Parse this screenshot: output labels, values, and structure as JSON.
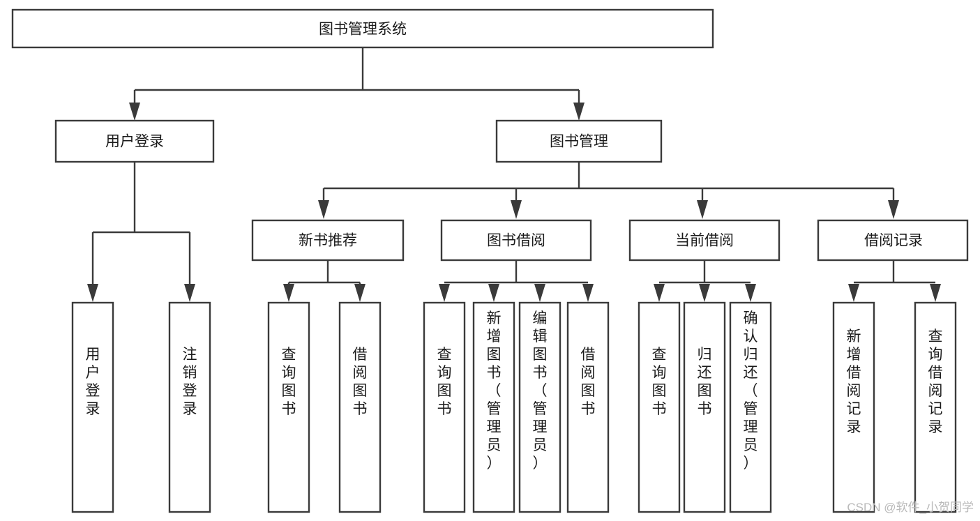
{
  "diagram": {
    "type": "tree-hierarchy",
    "title": "图书管理系统",
    "orientation": "top-down",
    "colors": {
      "stroke": "#3a3a3a",
      "box_fill": "#ffffff",
      "text": "#1a1a1a",
      "background": "#ffffff",
      "watermark": "#b9b9b9"
    },
    "levels": [
      {
        "level": 1,
        "nodes": [
          {
            "id": "root",
            "label": "图书管理系统",
            "text_orientation": "horizontal"
          }
        ]
      },
      {
        "level": 2,
        "nodes": [
          {
            "id": "user-login",
            "label": "用户登录",
            "text_orientation": "horizontal",
            "parent": "root"
          },
          {
            "id": "book-manage",
            "label": "图书管理",
            "text_orientation": "horizontal",
            "parent": "root"
          }
        ]
      },
      {
        "level": 3,
        "nodes": [
          {
            "id": "new-book-recommend",
            "label": "新书推荐",
            "text_orientation": "horizontal",
            "parent": "book-manage"
          },
          {
            "id": "book-borrow",
            "label": "图书借阅",
            "text_orientation": "horizontal",
            "parent": "book-manage"
          },
          {
            "id": "current-borrow",
            "label": "当前借阅",
            "text_orientation": "horizontal",
            "parent": "book-manage"
          },
          {
            "id": "borrow-record",
            "label": "借阅记录",
            "text_orientation": "horizontal",
            "parent": "book-manage"
          }
        ]
      },
      {
        "level": 4,
        "nodes": [
          {
            "id": "leaf-user-login",
            "label": "用户登录",
            "text_orientation": "vertical",
            "parent": "user-login"
          },
          {
            "id": "leaf-user-logout",
            "label": "注销登录",
            "text_orientation": "vertical",
            "parent": "user-login"
          },
          {
            "id": "leaf-query-book-1",
            "label": "查询图书",
            "text_orientation": "vertical",
            "parent": "new-book-recommend"
          },
          {
            "id": "leaf-borrow-book-1",
            "label": "借阅图书",
            "text_orientation": "vertical",
            "parent": "new-book-recommend"
          },
          {
            "id": "leaf-query-book-2",
            "label": "查询图书",
            "text_orientation": "vertical",
            "parent": "book-borrow"
          },
          {
            "id": "leaf-add-book",
            "label": "新增图书（管理员）",
            "text_orientation": "vertical",
            "parent": "book-borrow"
          },
          {
            "id": "leaf-edit-book",
            "label": "编辑图书（管理员）",
            "text_orientation": "vertical",
            "parent": "book-borrow"
          },
          {
            "id": "leaf-borrow-book-2",
            "label": "借阅图书",
            "text_orientation": "vertical",
            "parent": "book-borrow"
          },
          {
            "id": "leaf-query-book-3",
            "label": "查询图书",
            "text_orientation": "vertical",
            "parent": "current-borrow"
          },
          {
            "id": "leaf-return-book",
            "label": "归还图书",
            "text_orientation": "vertical",
            "parent": "current-borrow"
          },
          {
            "id": "leaf-confirm-return",
            "label": "确认归还（管理员）",
            "text_orientation": "vertical",
            "parent": "current-borrow"
          },
          {
            "id": "leaf-add-record",
            "label": "新增借阅记录",
            "text_orientation": "vertical",
            "parent": "borrow-record"
          },
          {
            "id": "leaf-query-record",
            "label": "查询借阅记录",
            "text_orientation": "vertical",
            "parent": "borrow-record"
          }
        ]
      }
    ]
  },
  "watermark": {
    "label": "CSDN @软件_小贺同学"
  }
}
